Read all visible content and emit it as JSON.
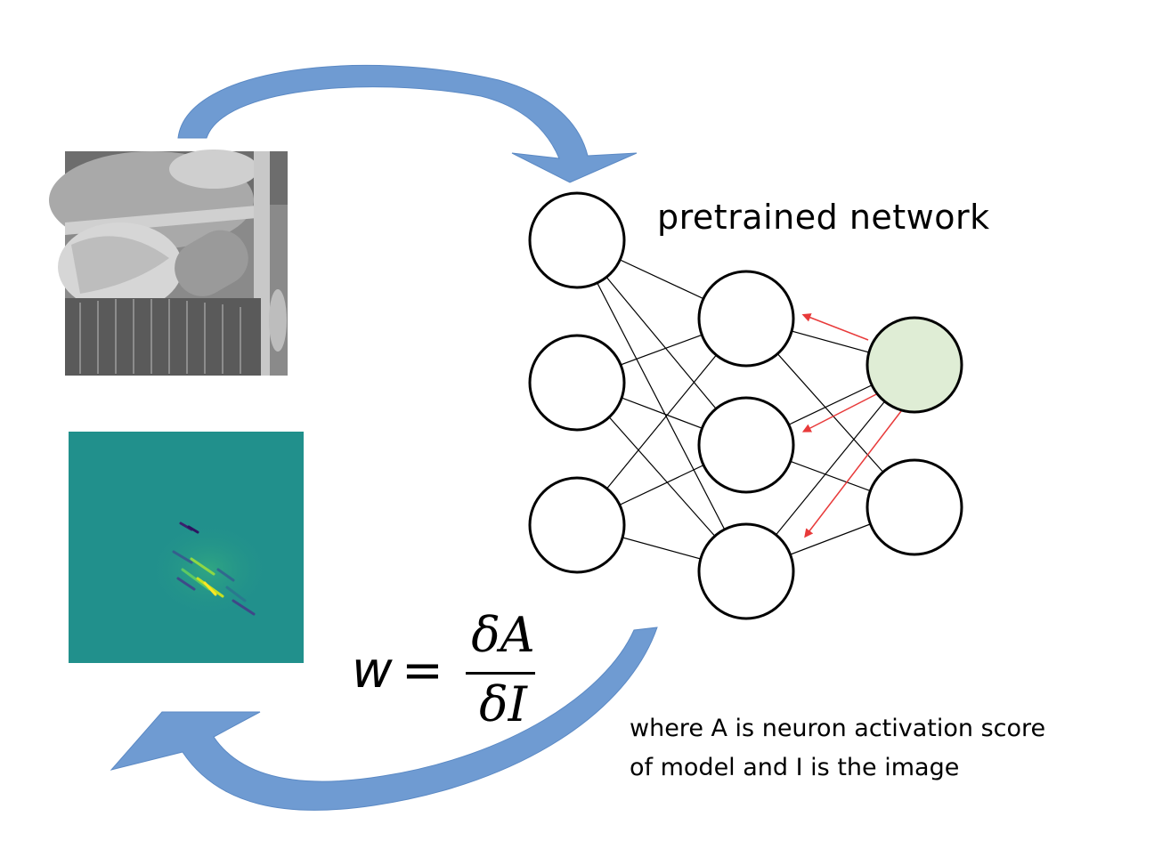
{
  "network_title": "pretrained network",
  "formula": {
    "lhs": "w",
    "equals": "=",
    "numerator": "δA",
    "denominator": "δI"
  },
  "caption": {
    "line1": "where A is neuron activation score",
    "line2": "of model and I is the image"
  },
  "colors": {
    "cycle_arrow": "#6f9bd2",
    "highlight_neuron": "#dfedd5",
    "gradient_arrow": "#e83a3a",
    "heatmap_bg": "#21908c"
  },
  "images": {
    "input_image": "grayscale-photo-icon",
    "gradient_map": "saliency-heatmap-icon"
  }
}
